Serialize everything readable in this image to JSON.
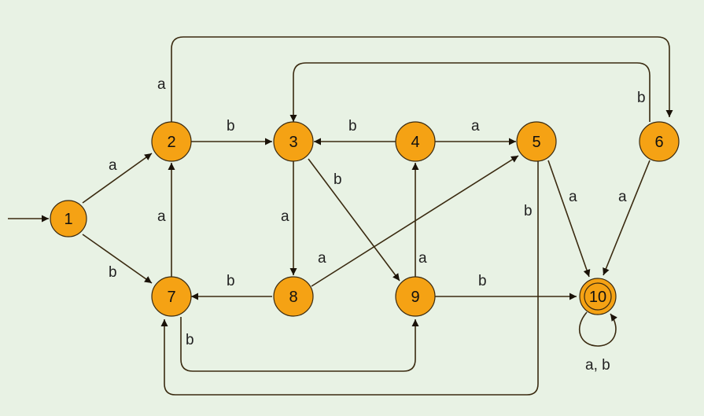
{
  "diagram": {
    "background_color": "#e8f2e4",
    "node_color": "#f5a214",
    "nodes": [
      {
        "id": "1",
        "label": "1"
      },
      {
        "id": "2",
        "label": "2"
      },
      {
        "id": "3",
        "label": "3"
      },
      {
        "id": "4",
        "label": "4"
      },
      {
        "id": "5",
        "label": "5"
      },
      {
        "id": "6",
        "label": "6"
      },
      {
        "id": "7",
        "label": "7"
      },
      {
        "id": "8",
        "label": "8"
      },
      {
        "id": "9",
        "label": "9"
      },
      {
        "id": "10",
        "label": "10",
        "accepting": true
      }
    ],
    "edges": [
      {
        "from": "start",
        "to": "1",
        "label": ""
      },
      {
        "from": "1",
        "to": "2",
        "label": "a"
      },
      {
        "from": "1",
        "to": "7",
        "label": "b"
      },
      {
        "from": "2",
        "to": "3",
        "label": "b"
      },
      {
        "from": "2",
        "to": "6",
        "label": "a"
      },
      {
        "from": "4",
        "to": "3",
        "label": "b"
      },
      {
        "from": "4",
        "to": "5",
        "label": "a"
      },
      {
        "from": "3",
        "to": "8",
        "label": "a"
      },
      {
        "from": "3",
        "to": "9",
        "label": "b"
      },
      {
        "from": "6",
        "to": "3",
        "label": "b"
      },
      {
        "from": "6",
        "to": "10",
        "label": "a"
      },
      {
        "from": "5",
        "to": "10",
        "label": "a"
      },
      {
        "from": "5",
        "to": "7",
        "label": "b"
      },
      {
        "from": "7",
        "to": "2",
        "label": "a"
      },
      {
        "from": "8",
        "to": "7",
        "label": "b"
      },
      {
        "from": "8",
        "to": "5",
        "label": "a"
      },
      {
        "from": "9",
        "to": "4",
        "label": "a"
      },
      {
        "from": "9",
        "to": "10",
        "label": "b"
      },
      {
        "from": "7",
        "to": "9",
        "label": "b"
      },
      {
        "from": "10",
        "to": "10",
        "label": "a, b"
      }
    ]
  }
}
